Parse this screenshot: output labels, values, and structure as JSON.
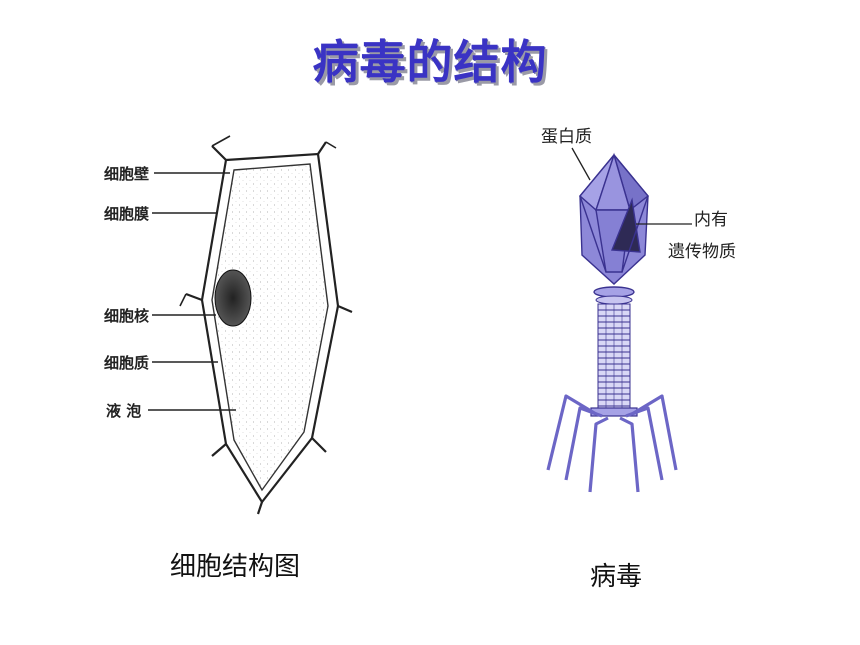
{
  "slide": {
    "title": "病毒的结构"
  },
  "cell_diagram": {
    "labels": [
      "细胞壁",
      "细胞膜",
      "细胞核",
      "细胞质",
      "液 泡"
    ],
    "caption": "细胞结构图"
  },
  "virus_diagram": {
    "labels": {
      "protein": "蛋白质",
      "inner_1": "内有",
      "inner_2": "遗传物质"
    },
    "caption": "病毒"
  },
  "colors": {
    "title": "#3a33c4",
    "virus_fill": "#8d88d8",
    "virus_stroke": "#3a3290"
  }
}
